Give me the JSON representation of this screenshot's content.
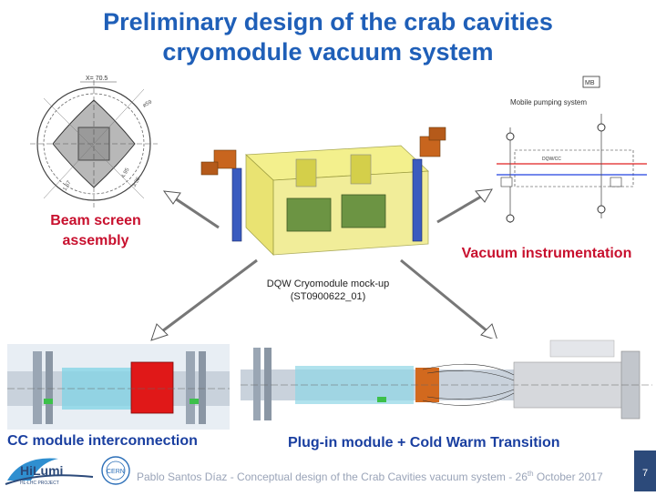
{
  "slide": {
    "title_line1": "Preliminary design of the crab cavities",
    "title_line2": "cryomodule vacuum system",
    "label_beam_screen_line1": "Beam screen",
    "label_beam_screen_line2": "assembly",
    "label_vacuum_instrumentation": "Vacuum instrumentation",
    "mockup_line1": "DQW Cryomodule mock-up",
    "mockup_line2": "(ST0900622_01)",
    "label_cc_interconnection": "CC module interconnection",
    "label_plugin": "Plug-in module + Cold Warm Transition",
    "diagram_top_tag": "MB",
    "diagram_mobile_pumping": "Mobile pumping system",
    "cross_section_x": "X= 70.5"
  },
  "footer": {
    "text_before_sup": "Pablo Santos Díaz - Conceptual design of the Crab Cavities vacuum system - 26",
    "sup": "th",
    "text_after_sup": " October 2017",
    "page_number": "7",
    "logo_hilumi_main": "HiLumi",
    "logo_hilumi_sub": "HL-LHC PROJECT",
    "logo_cern": "CERN"
  },
  "colors": {
    "title_blue": "#1f5fb8",
    "label_red": "#c8102e",
    "label_blue": "#1a3fa0",
    "footer_bar": "#2c4a7a"
  }
}
